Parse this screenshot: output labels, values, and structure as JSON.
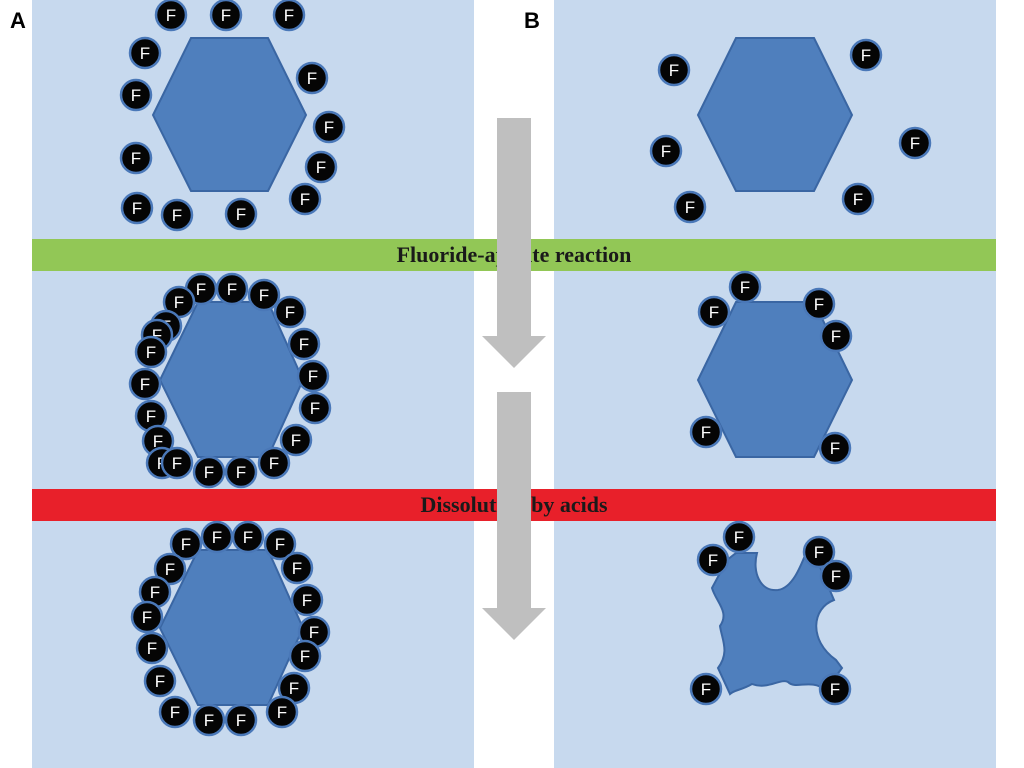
{
  "panel_a": {
    "label": "A"
  },
  "panel_b": {
    "label": "B"
  },
  "bands": {
    "reaction": {
      "text": "Fluoride-apatite reaction",
      "color": "#92c756"
    },
    "acids": {
      "text": "Dissolution by acids",
      "color": "#e8202a"
    }
  },
  "ion_label": "F",
  "colors": {
    "panel_background": "#c7d9ee",
    "crystal_fill": "#4f7fbd",
    "crystal_stroke": "#3a66a3",
    "ion_fill": "#050505",
    "ion_ring": "#4a78b8",
    "ion_text": "#ffffff",
    "arrow": "#bfbfbf"
  }
}
